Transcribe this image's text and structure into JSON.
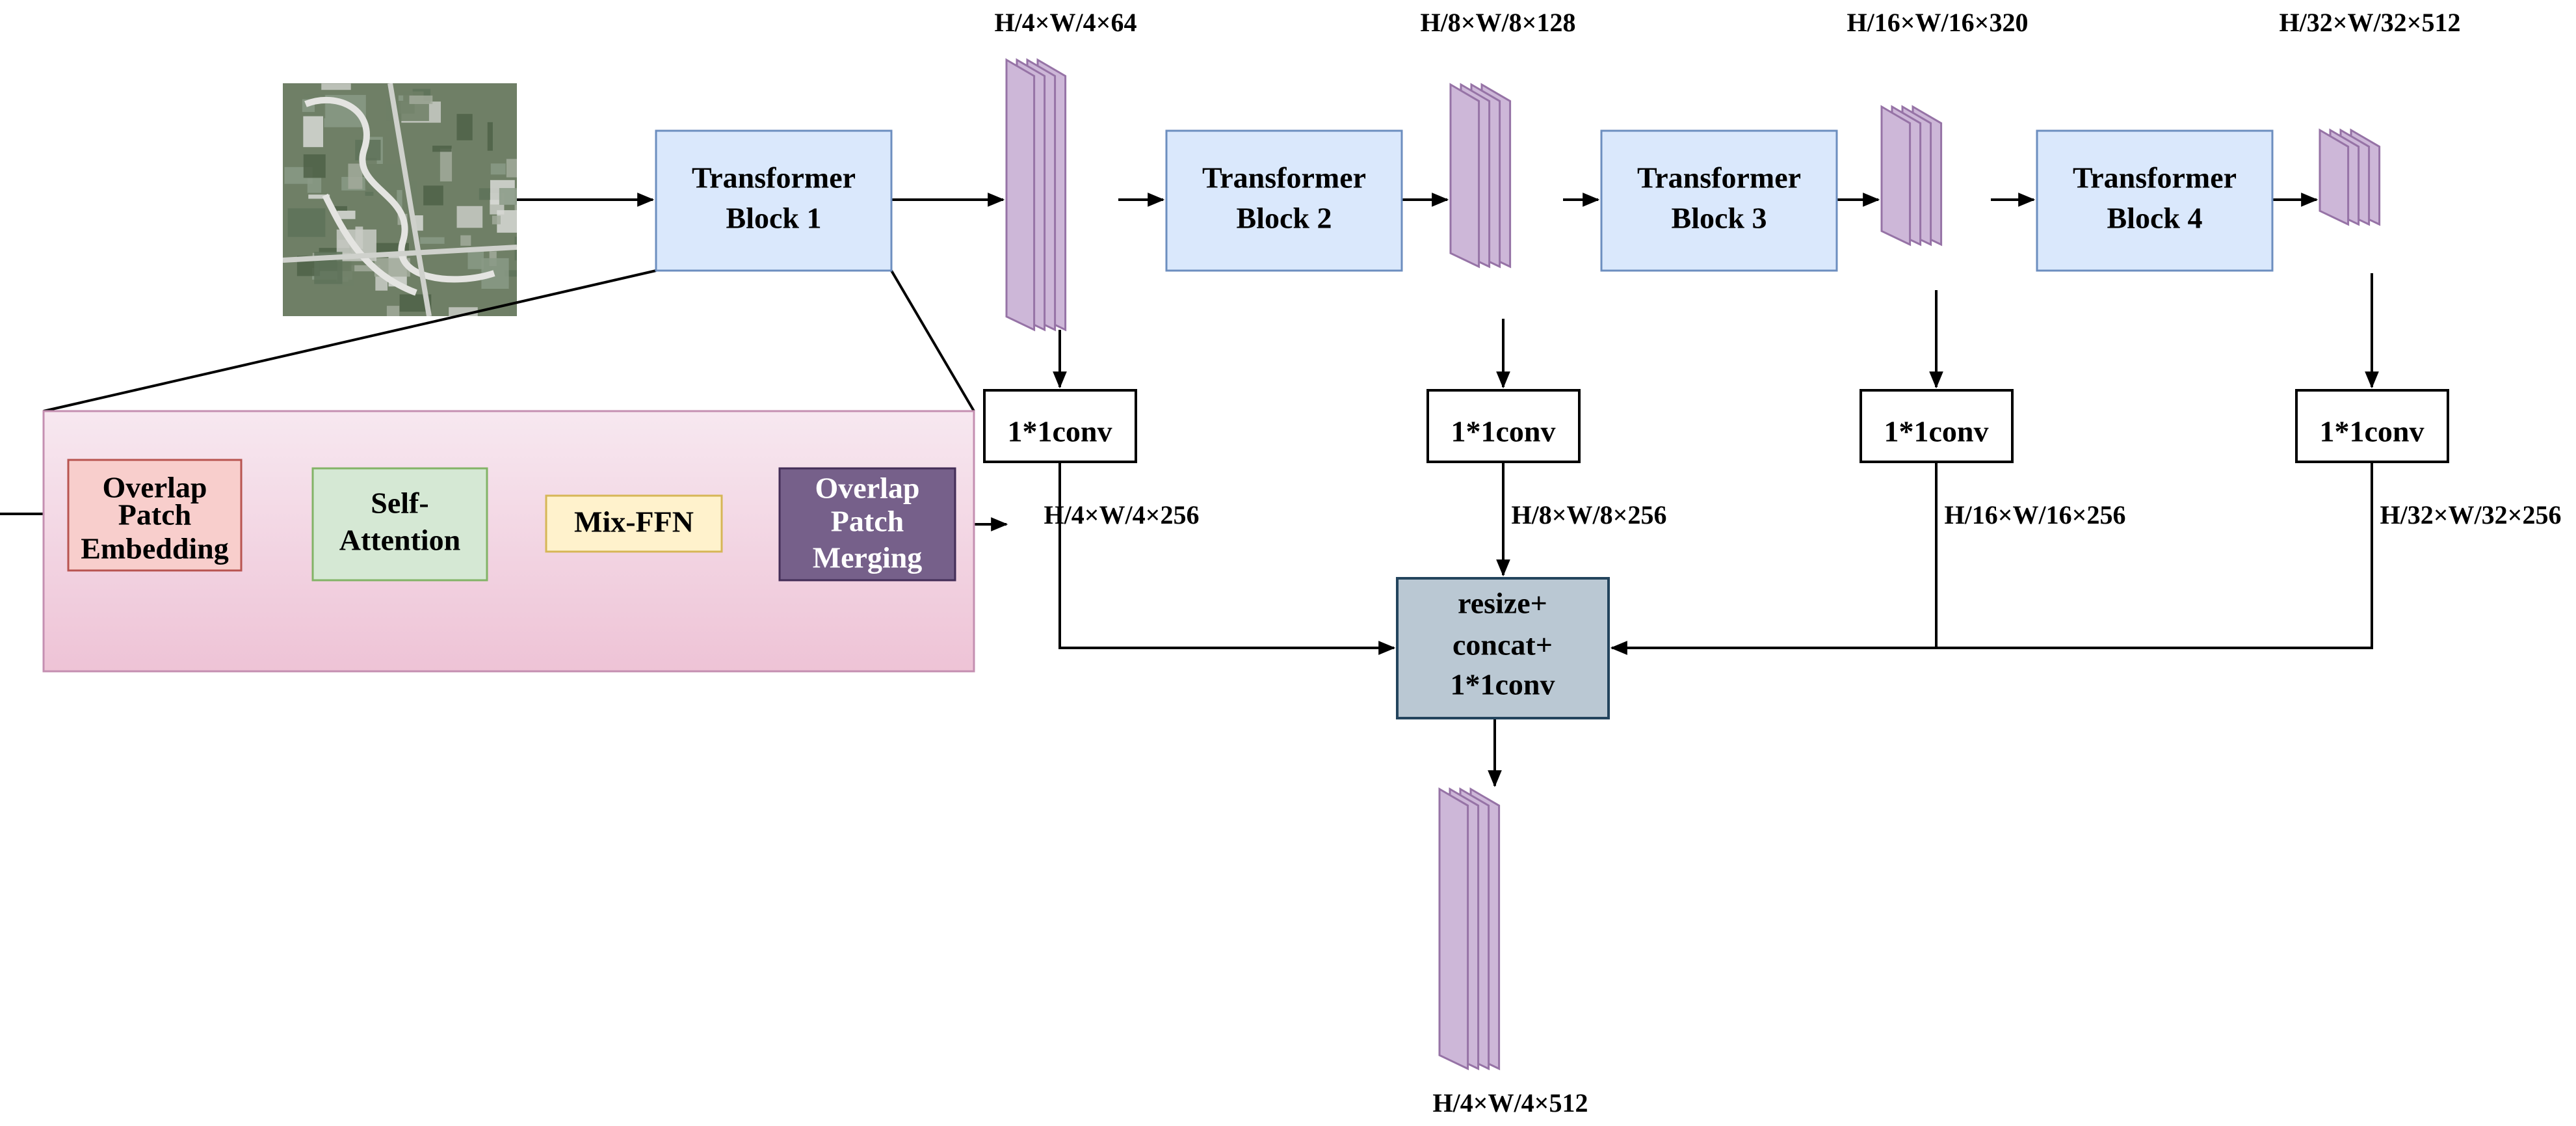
{
  "colors": {
    "transformer_fill": "#dae8fc",
    "transformer_stroke": "#6c8ebf",
    "feature_fill": "#cdb7d8",
    "feature_stroke": "#9673a6",
    "detail_panel_top": "#f7e8f0",
    "detail_panel_bottom": "#eec3d6",
    "detail_panel_stroke": "#c48fb1",
    "overlap_embed_fill": "#f8cecc",
    "overlap_embed_stroke": "#b85450",
    "self_attention_fill": "#d5e8d4",
    "self_attention_stroke": "#82b366",
    "mix_ffn_fill": "#fff2cc",
    "mix_ffn_stroke": "#d6b656",
    "overlap_merge_fill": "#76608a",
    "overlap_merge_stroke": "#432d57",
    "fusion_fill": "#bac8d3",
    "fusion_stroke": "#23445d",
    "image_colors": [
      "#8a9a86",
      "#5e7259",
      "#c9cbc6",
      "#a2aa9b",
      "#6f7f66",
      "#d8d9d6",
      "#4f6148"
    ]
  },
  "icons": {
    "input_image": "aerial-image-icon"
  },
  "stages": [
    {
      "block_line1": "Transformer",
      "block_line2": "Block 1",
      "feature_dim": "H/4×W/4×64",
      "conv_label": "1*1conv",
      "reduced_dim": "H/4×W/4×256"
    },
    {
      "block_line1": "Transformer",
      "block_line2": "Block 2",
      "feature_dim": "H/8×W/8×128",
      "conv_label": "1*1conv",
      "reduced_dim": "H/8×W/8×256"
    },
    {
      "block_line1": "Transformer",
      "block_line2": "Block 3",
      "feature_dim": "H/16×W/16×320",
      "conv_label": "1*1conv",
      "reduced_dim": "H/16×W/16×256"
    },
    {
      "block_line1": "Transformer",
      "block_line2": "Block 4",
      "feature_dim": "H/32×W/32×512",
      "conv_label": "1*1conv",
      "reduced_dim": "H/32×W/32×256"
    }
  ],
  "detail": {
    "overlap_embed": [
      "Overlap",
      "Patch",
      "Embedding"
    ],
    "self_attention": [
      "Self-",
      "Attention"
    ],
    "mix_ffn": [
      "Mix-FFN"
    ],
    "overlap_merge": [
      "Overlap",
      "Patch",
      "Merging"
    ]
  },
  "fusion": {
    "lines": [
      "resize+",
      "concat+",
      "1*1conv"
    ]
  },
  "output": {
    "dim": "H/4×W/4×512"
  }
}
